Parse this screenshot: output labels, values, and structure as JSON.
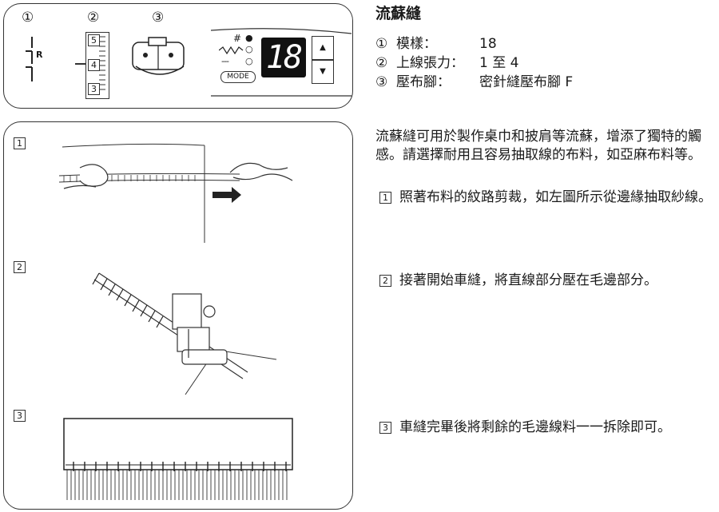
{
  "settings_panel": {
    "markers": [
      "①",
      "②",
      "③"
    ],
    "dial_numbers": [
      "5",
      "4",
      "3"
    ],
    "side_letter": "R",
    "display_value": "18",
    "mode_label": "MODE",
    "indicator_labels": [
      "#",
      "—",
      "---"
    ]
  },
  "steps_panel": {
    "markers": [
      "1",
      "2",
      "3"
    ]
  },
  "text": {
    "title": "流蘇縫",
    "rows": [
      {
        "marker": "①",
        "label": "模樣：",
        "value": "18"
      },
      {
        "marker": "②",
        "label": "上線張力：",
        "value": "1 至 4"
      },
      {
        "marker": "③",
        "label": "壓布腳：",
        "value": "密針縫壓布腳 F"
      }
    ],
    "intro": "流蘇縫可用於製作桌巾和披肩等流蘇，增添了獨特的觸感。請選擇耐用且容易抽取線的布料，如亞麻布料等。",
    "steps": [
      {
        "marker": "1",
        "text": "照著布料的紋路剪裁，如左圖所示從邊緣抽取紗線。"
      },
      {
        "marker": "2",
        "text": "接著開始車縫，將直線部分壓在毛邊部分。"
      },
      {
        "marker": "3",
        "text": "車縫完畢後將剩餘的毛邊線料一一拆除即可。"
      }
    ]
  }
}
